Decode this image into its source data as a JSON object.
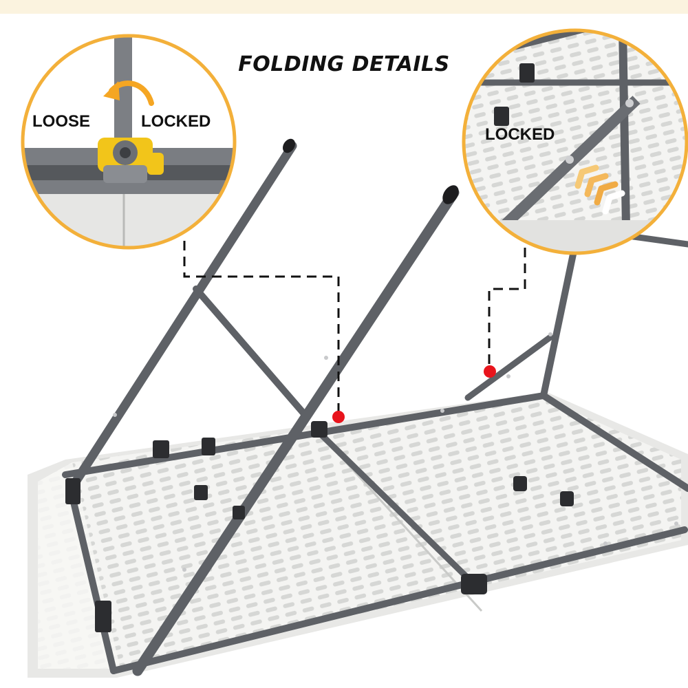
{
  "title": "FOLDING DETAILS",
  "left_callout": {
    "loose_label": "LOOSE",
    "locked_label": "LOCKED"
  },
  "right_callout": {
    "locked_label": "LOCKED"
  },
  "colors": {
    "top_band": "#fbf3df",
    "callout_ring": "#f3b03a",
    "frame_steel": "#5e6166",
    "tabletop": "#f4f4f2",
    "lock_yellow": "#f2c51a",
    "marker_red": "#e8141c",
    "arrow_orange": "#f5a623"
  }
}
